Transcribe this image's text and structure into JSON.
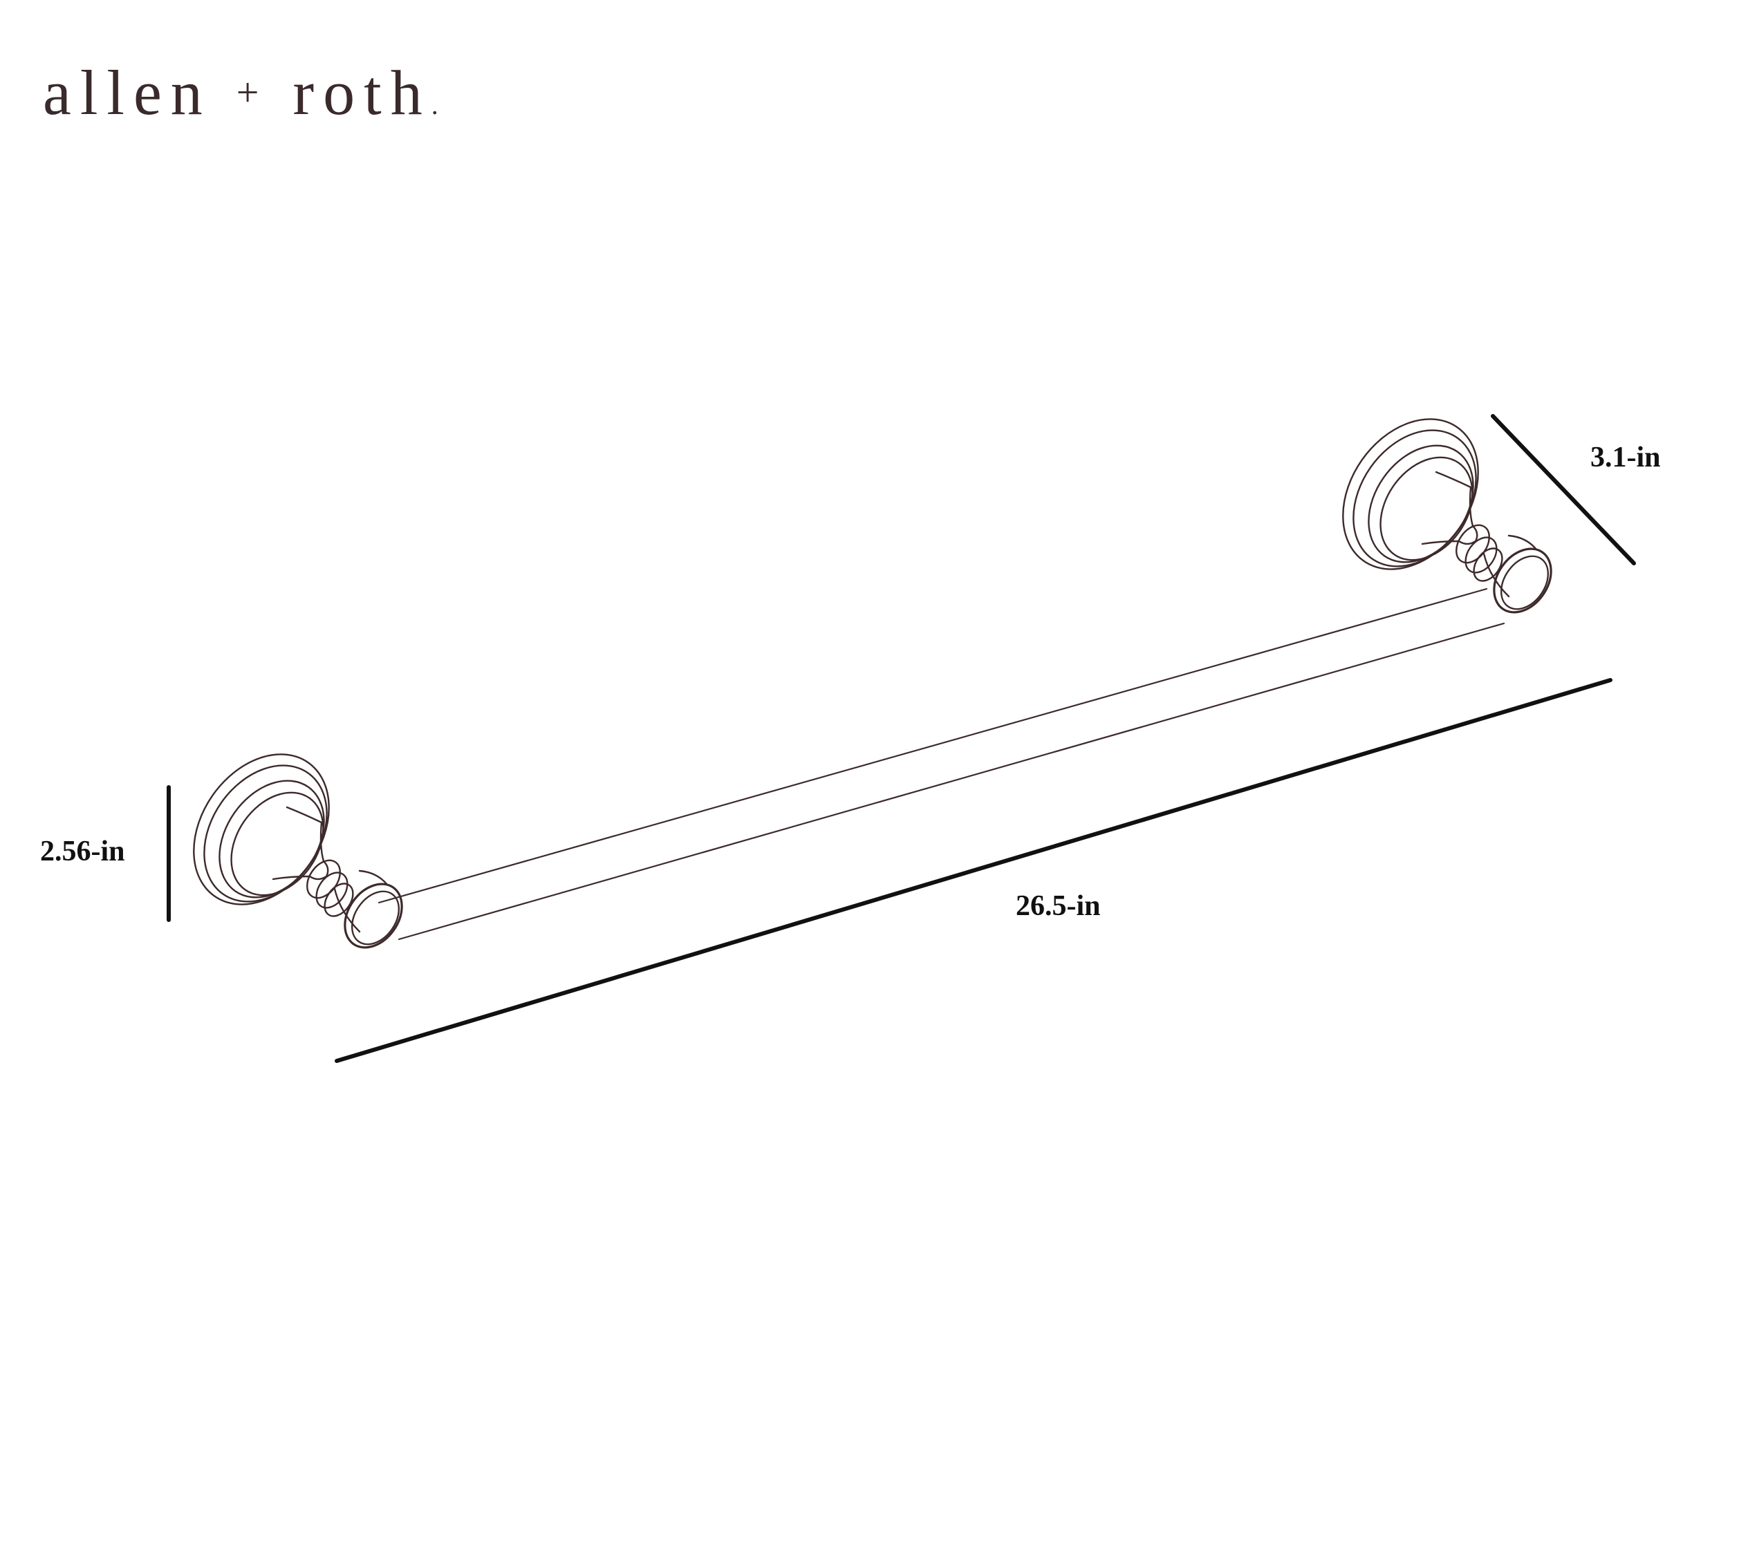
{
  "brand": {
    "part1": "allen",
    "plus": "+",
    "part2": "roth",
    "dot": "."
  },
  "dimensions": {
    "height_label": "2.56-in",
    "length_label": "26.5-in",
    "depth_label": "3.1-in"
  },
  "colors": {
    "logo": "#3a2a2c",
    "drawing_stroke": "#3d2a2b",
    "dimension_line": "#111111",
    "label": "#111111"
  }
}
